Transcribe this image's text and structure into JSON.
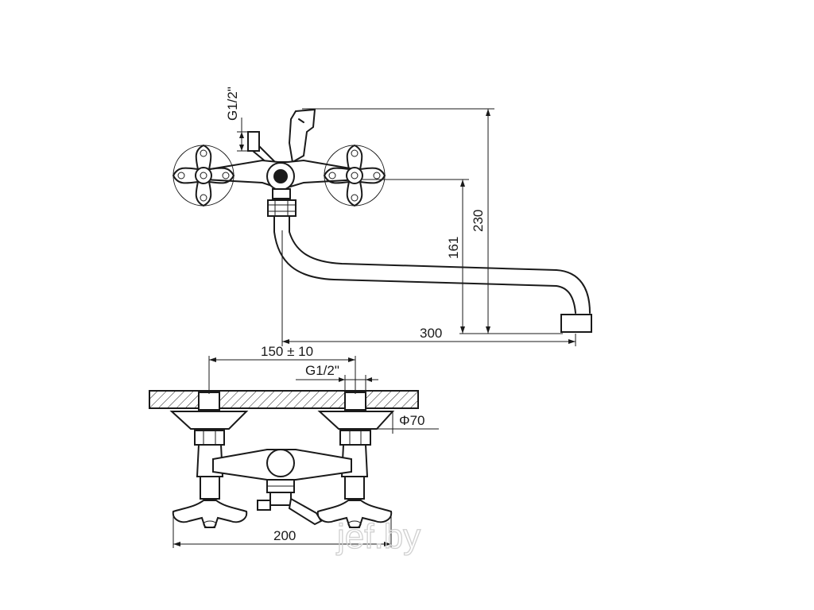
{
  "dimensions": {
    "thread_top": "G1/2\"",
    "height_total": "230",
    "height_spout": "161",
    "reach": "300",
    "center_distance": "150 ± 10",
    "thread_bottom": "G1/2\"",
    "flange_diameter": "Φ70",
    "width": "200"
  },
  "watermark": "jef.by",
  "colors": {
    "line": "#1a1a1a",
    "background": "#ffffff"
  }
}
